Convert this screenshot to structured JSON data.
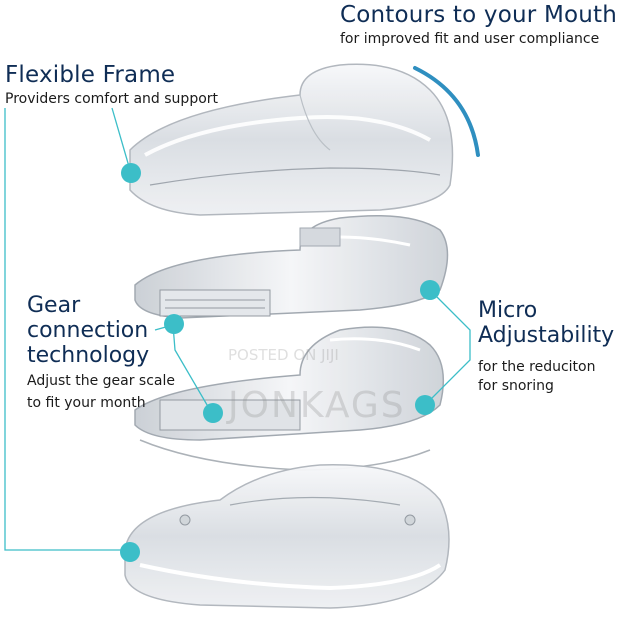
{
  "callouts": {
    "top": {
      "title": "Contours to your Mouth",
      "subtitle": "for improved fit and user compliance"
    },
    "left_top": {
      "title": "Flexible Frame",
      "subtitle": "Providers comfort and support"
    },
    "left_mid": {
      "title_lines": [
        "Gear",
        "connection",
        "technology"
      ],
      "subtitle_lines": [
        "Adjust the gear scale",
        "to fit your month"
      ]
    },
    "right_mid": {
      "title_lines": [
        "Micro",
        "Adjustability"
      ],
      "subtitle_lines": [
        "for the reduciton",
        "for snoring"
      ]
    }
  },
  "watermarks": {
    "posted": "POSTED ON JIJI",
    "brand": "JONKAGS"
  },
  "colors": {
    "accent": "#3cbec8",
    "title": "#0f2d55",
    "body": "#1b1b1b"
  }
}
